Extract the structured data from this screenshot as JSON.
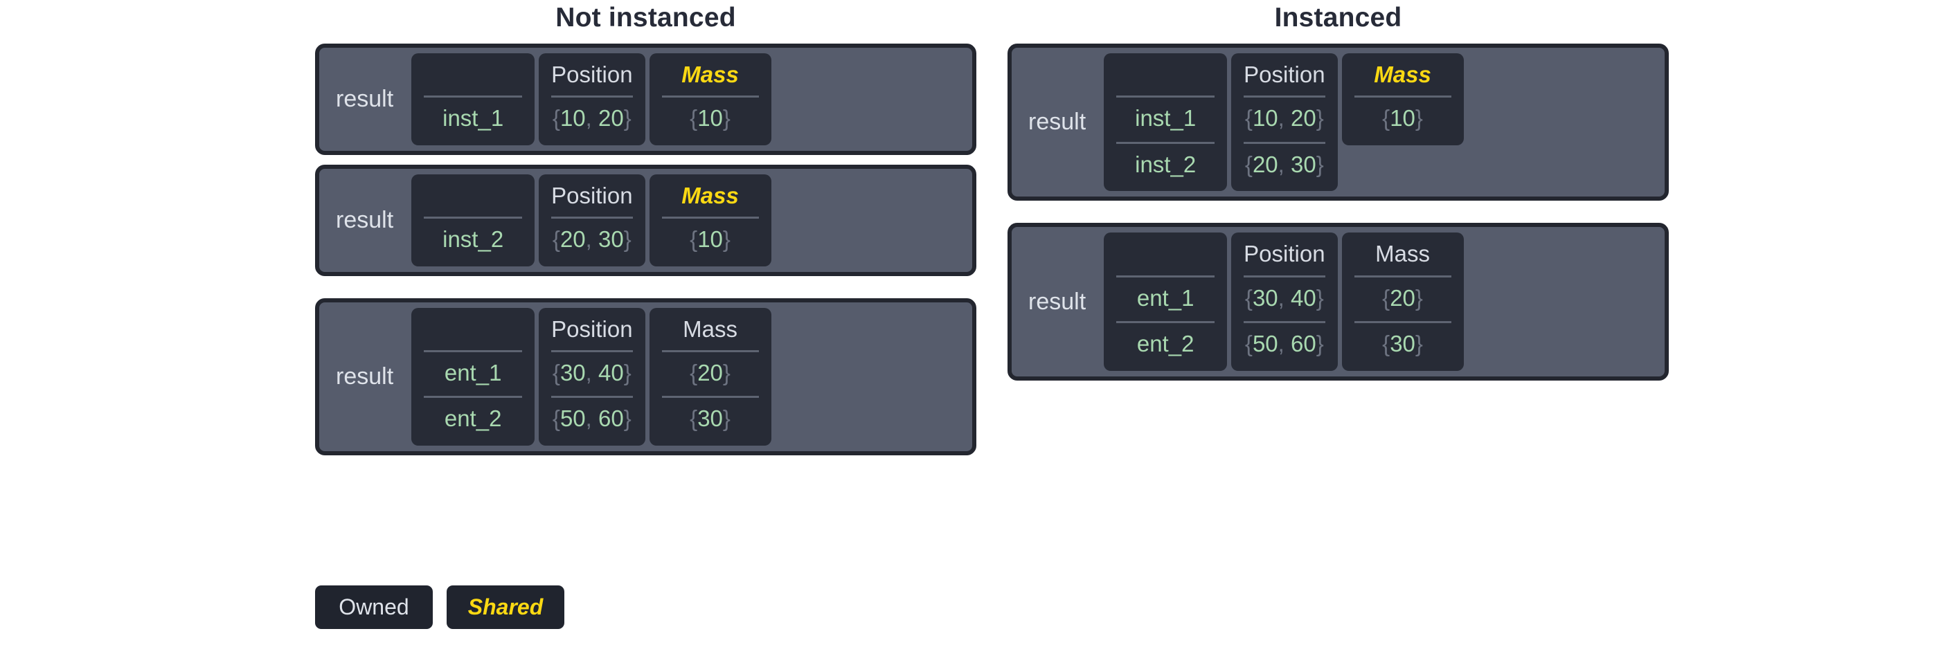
{
  "legend": {
    "owned_label": "Owned",
    "shared_label": "Shared"
  },
  "colors": {
    "page_background": "#ffffff",
    "card_background": "#565c6c",
    "card_border": "#23262f",
    "cell_background": "#272b36",
    "header_text": "#d8dce4",
    "value_text": "#a9d9b0",
    "brace_text": "#6d7381",
    "divider": "#5e6472",
    "shared_accent": "#fcd913",
    "title_text": "#272b38"
  },
  "columns": [
    {
      "key": "not_instanced",
      "title": "Not instanced",
      "cards": [
        {
          "label": "result",
          "spacer_above": false,
          "columns": [
            {
              "key": "name",
              "header": "",
              "shared": false,
              "rows": [
                "inst_1"
              ]
            },
            {
              "key": "position",
              "header": "Position",
              "shared": false,
              "rows": [
                "{10, 20}"
              ]
            },
            {
              "key": "mass",
              "header": "Mass",
              "shared": true,
              "rows": [
                "{10}"
              ]
            }
          ]
        },
        {
          "label": "result",
          "spacer_above": false,
          "columns": [
            {
              "key": "name",
              "header": "",
              "shared": false,
              "rows": [
                "inst_2"
              ]
            },
            {
              "key": "position",
              "header": "Position",
              "shared": false,
              "rows": [
                "{20, 30}"
              ]
            },
            {
              "key": "mass",
              "header": "Mass",
              "shared": true,
              "rows": [
                "{10}"
              ]
            }
          ]
        },
        {
          "label": "result",
          "spacer_above": true,
          "columns": [
            {
              "key": "name",
              "header": "",
              "shared": false,
              "rows": [
                "ent_1",
                "ent_2"
              ]
            },
            {
              "key": "position",
              "header": "Position",
              "shared": false,
              "rows": [
                "{30, 40}",
                "{50, 60}"
              ]
            },
            {
              "key": "mass",
              "header": "Mass",
              "shared": false,
              "rows": [
                "{20}",
                "{30}"
              ]
            }
          ]
        }
      ]
    },
    {
      "key": "instanced",
      "title": "Instanced",
      "cards": [
        {
          "label": "result",
          "spacer_above": false,
          "columns": [
            {
              "key": "name",
              "header": "",
              "shared": false,
              "rows": [
                "inst_1",
                "inst_2"
              ]
            },
            {
              "key": "position",
              "header": "Position",
              "shared": false,
              "rows": [
                "{10, 20}",
                "{20, 30}"
              ]
            },
            {
              "key": "mass",
              "header": "Mass",
              "shared": true,
              "rows": [
                "{10}"
              ]
            }
          ]
        },
        {
          "label": "result",
          "spacer_above": true,
          "columns": [
            {
              "key": "name",
              "header": "",
              "shared": false,
              "rows": [
                "ent_1",
                "ent_2"
              ]
            },
            {
              "key": "position",
              "header": "Position",
              "shared": false,
              "rows": [
                "{30, 40}",
                "{50, 60}"
              ]
            },
            {
              "key": "mass",
              "header": "Mass",
              "shared": false,
              "rows": [
                "{20}",
                "{30}"
              ]
            }
          ]
        }
      ]
    }
  ]
}
